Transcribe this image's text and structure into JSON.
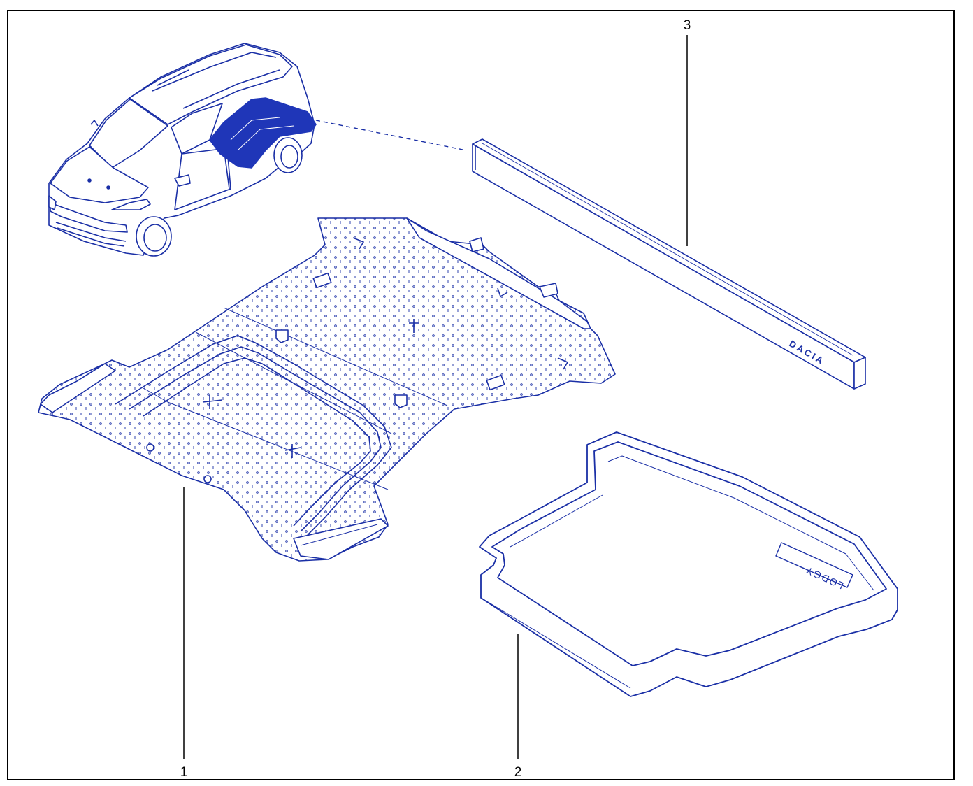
{
  "colors": {
    "line": "#1a2fa6",
    "fill_dark": "#1f36b8",
    "fill_light": "#f4f6ff",
    "leader": "#000000",
    "frame": "#000000"
  },
  "callouts": [
    {
      "number": "1"
    },
    {
      "number": "2"
    },
    {
      "number": "3"
    }
  ],
  "parts": {
    "bar_brand": "DACIA",
    "mat_brand": "LODGY"
  },
  "icons": [
    "car-icon",
    "floor-liner-icon",
    "boot-tray-icon",
    "protective-bar-icon"
  ]
}
